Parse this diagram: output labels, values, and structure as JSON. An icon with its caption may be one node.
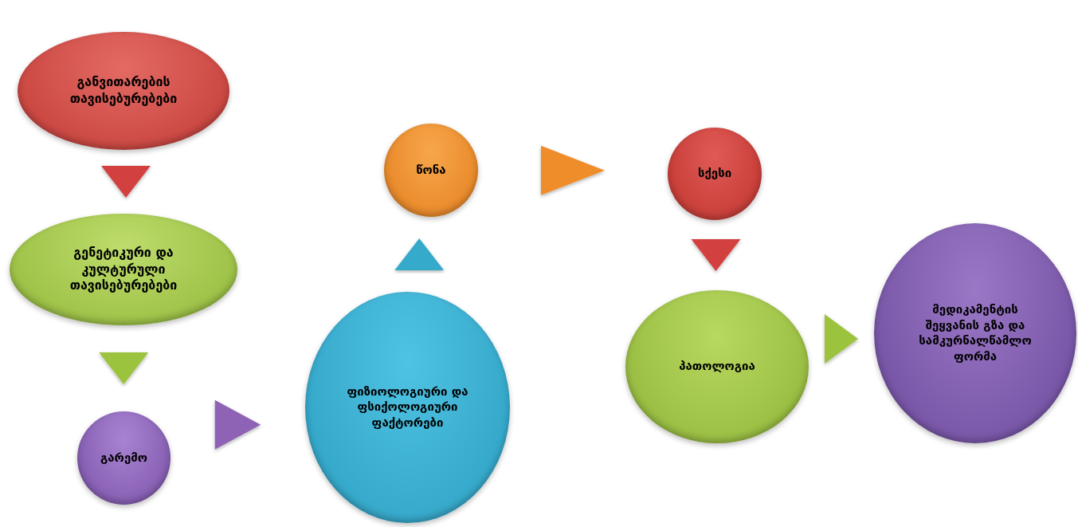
{
  "diagram": {
    "nodes": [
      {
        "text": [
          "განვითარების თავისებურებები"
        ]
      },
      {
        "text": [
          "გენეტიკური და კულტურული თავისებურებები"
        ]
      },
      {
        "text": [
          "გარემო"
        ]
      },
      {
        "text": [
          "ფიზიოლოგიური და ფსიქოლოგიური ფაქტორები"
        ]
      },
      {
        "text": [
          "წონა"
        ]
      },
      {
        "text": [
          "სქესი"
        ]
      },
      {
        "text": [
          "პათოლოგია"
        ]
      },
      {
        "text": [
          "მედიკამენტის შეყვანის გზა და სამკურნალწამლო ფორმა"
        ]
      }
    ],
    "edges": [
      {
        "from": 0,
        "to": 1,
        "arrow": "to",
        "color": "#d2413f"
      },
      {
        "from": 1,
        "to": 2,
        "arrow": "to",
        "color": "#9cc33d"
      },
      {
        "from": 2,
        "to": 3,
        "arrow": "to",
        "color": "#8e64b6"
      },
      {
        "from": 3,
        "to": 4,
        "arrow": "to",
        "color": "#36aacb"
      },
      {
        "from": 4,
        "to": 5,
        "arrow": "to",
        "color": "#ef8d2a"
      },
      {
        "from": 5,
        "to": 6,
        "arrow": "to",
        "color": "#d2413f"
      },
      {
        "from": 6,
        "to": 7,
        "arrow": "to",
        "color": "#9cc33d"
      }
    ]
  }
}
